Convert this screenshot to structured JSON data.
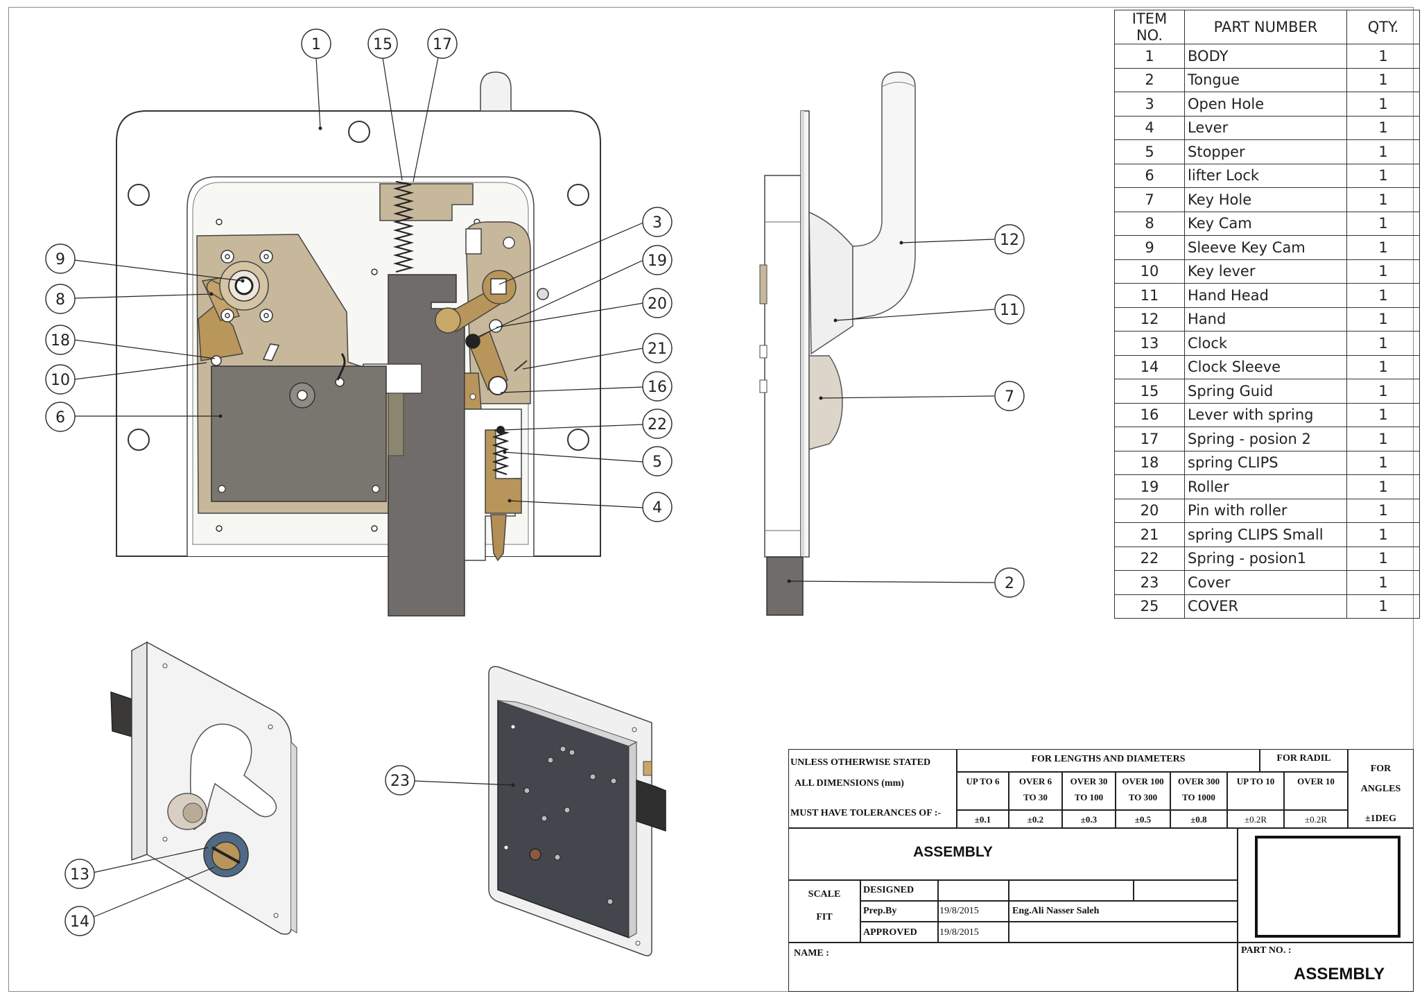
{
  "balloons": [
    {
      "id": "b1",
      "label": "1"
    },
    {
      "id": "b15",
      "label": "15"
    },
    {
      "id": "b17",
      "label": "17"
    },
    {
      "id": "b9",
      "label": "9"
    },
    {
      "id": "b8",
      "label": "8"
    },
    {
      "id": "b18",
      "label": "18"
    },
    {
      "id": "b10",
      "label": "10"
    },
    {
      "id": "b6",
      "label": "6"
    },
    {
      "id": "b3",
      "label": "3"
    },
    {
      "id": "b19",
      "label": "19"
    },
    {
      "id": "b20",
      "label": "20"
    },
    {
      "id": "b21",
      "label": "21"
    },
    {
      "id": "b16",
      "label": "16"
    },
    {
      "id": "b22",
      "label": "22"
    },
    {
      "id": "b5",
      "label": "5"
    },
    {
      "id": "b4",
      "label": "4"
    },
    {
      "id": "b12",
      "label": "12"
    },
    {
      "id": "b11",
      "label": "11"
    },
    {
      "id": "b7",
      "label": "7"
    },
    {
      "id": "b2",
      "label": "2"
    },
    {
      "id": "b23",
      "label": "23"
    },
    {
      "id": "b13",
      "label": "13"
    },
    {
      "id": "b14",
      "label": "14"
    }
  ],
  "bom": {
    "headers": [
      "ITEM NO.",
      "PART NUMBER",
      "QTY."
    ],
    "rows": [
      [
        "1",
        "BODY",
        "1"
      ],
      [
        "2",
        "Tongue",
        "1"
      ],
      [
        "3",
        "Open Hole",
        "1"
      ],
      [
        "4",
        "Lever",
        "1"
      ],
      [
        "5",
        "Stopper",
        "1"
      ],
      [
        "6",
        "lifter Lock",
        "1"
      ],
      [
        "7",
        "Key Hole",
        "1"
      ],
      [
        "8",
        "Key Cam",
        "1"
      ],
      [
        "9",
        "Sleeve Key Cam",
        "1"
      ],
      [
        "10",
        "Key lever",
        "1"
      ],
      [
        "11",
        "Hand Head",
        "1"
      ],
      [
        "12",
        "Hand",
        "1"
      ],
      [
        "13",
        "Clock",
        "1"
      ],
      [
        "14",
        "Clock Sleeve",
        "1"
      ],
      [
        "15",
        "Spring Guid",
        "1"
      ],
      [
        "16",
        "Lever with spring",
        "1"
      ],
      [
        "17",
        "Spring - posion 2",
        "1"
      ],
      [
        "18",
        "spring CLIPS",
        "1"
      ],
      [
        "19",
        "Roller",
        "1"
      ],
      [
        "20",
        "Pin with roller",
        "1"
      ],
      [
        "21",
        "spring CLIPS Small",
        "1"
      ],
      [
        "22",
        "Spring - posion1",
        "1"
      ],
      [
        "23",
        "Cover",
        "1"
      ],
      [
        "25",
        "COVER",
        "1"
      ]
    ]
  },
  "titleblock": {
    "unless": "UNLESS OTHERWISE STATED",
    "all_dims": "ALL  DIMENSIONS  (mm)",
    "must_have": "MUST HAVE TOLERANCES OF :-",
    "for_lengths": "FOR LENGTHS AND DIAMETERS",
    "for_radil": "FOR RADIL",
    "for_angles_1": "FOR",
    "for_angles_2": "ANGLES",
    "ranges": [
      {
        "l1": "UP TO 6",
        "l2": "",
        "tol": "±0.1"
      },
      {
        "l1": "OVER 6",
        "l2": "TO 30",
        "tol": "±0.2"
      },
      {
        "l1": "OVER 30",
        "l2": "TO 100",
        "tol": "±0.3"
      },
      {
        "l1": "OVER 100",
        "l2": "TO 300",
        "tol": "±0.5"
      },
      {
        "l1": "OVER 300",
        "l2": "TO 1000",
        "tol": "±0.8"
      }
    ],
    "radil": [
      {
        "l1": "UP TO 10",
        "tol": "±0.2R"
      },
      {
        "l1": "OVER 10",
        "tol": "±0.2R"
      }
    ],
    "angles_tol": "±1DEG",
    "assembly_title": "ASSEMBLY",
    "scale": "SCALE",
    "fit": "FIT",
    "designed": "DESIGNED",
    "prep_by": "Prep.By",
    "prep_date": "19/8/2015",
    "prep_name": "Eng.Ali Nasser Saleh",
    "approved": "APPROVED",
    "approved_date": "19/8/2015",
    "name_label": "NAME :",
    "part_no_label": "PART NO. :",
    "part_no": "ASSEMBLY"
  }
}
